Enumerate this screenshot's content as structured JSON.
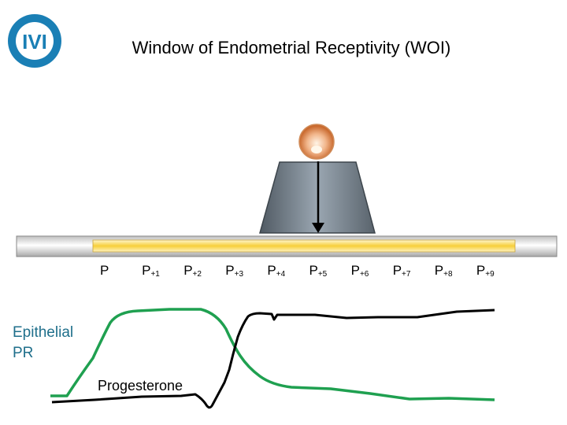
{
  "logo": {
    "text": "IVI",
    "color": "#1a7fb5"
  },
  "title": "Window of Endometrial Receptivity (WOI)",
  "timeline": {
    "days": [
      {
        "base": "P",
        "sub": ""
      },
      {
        "base": "P",
        "sub": "+1"
      },
      {
        "base": "P",
        "sub": "+2"
      },
      {
        "base": "P",
        "sub": "+3"
      },
      {
        "base": "P",
        "sub": "+4"
      },
      {
        "base": "P",
        "sub": "+5"
      },
      {
        "base": "P",
        "sub": "+6"
      },
      {
        "base": "P",
        "sub": "+7"
      },
      {
        "base": "P",
        "sub": "+8"
      },
      {
        "base": "P",
        "sub": "+9"
      }
    ]
  },
  "labels": {
    "epithelial_line1": "Epithelial",
    "epithelial_line2": "PR",
    "progesterone": "Progesterone"
  },
  "colors": {
    "epithelial_pr_curve": "#1fa050",
    "progesterone_curve": "#000000",
    "window_gradient": [
      "#f7d64a",
      "#fffbe6"
    ],
    "embryo": "#d9824a",
    "trapezoid": "#6f7c88"
  }
}
